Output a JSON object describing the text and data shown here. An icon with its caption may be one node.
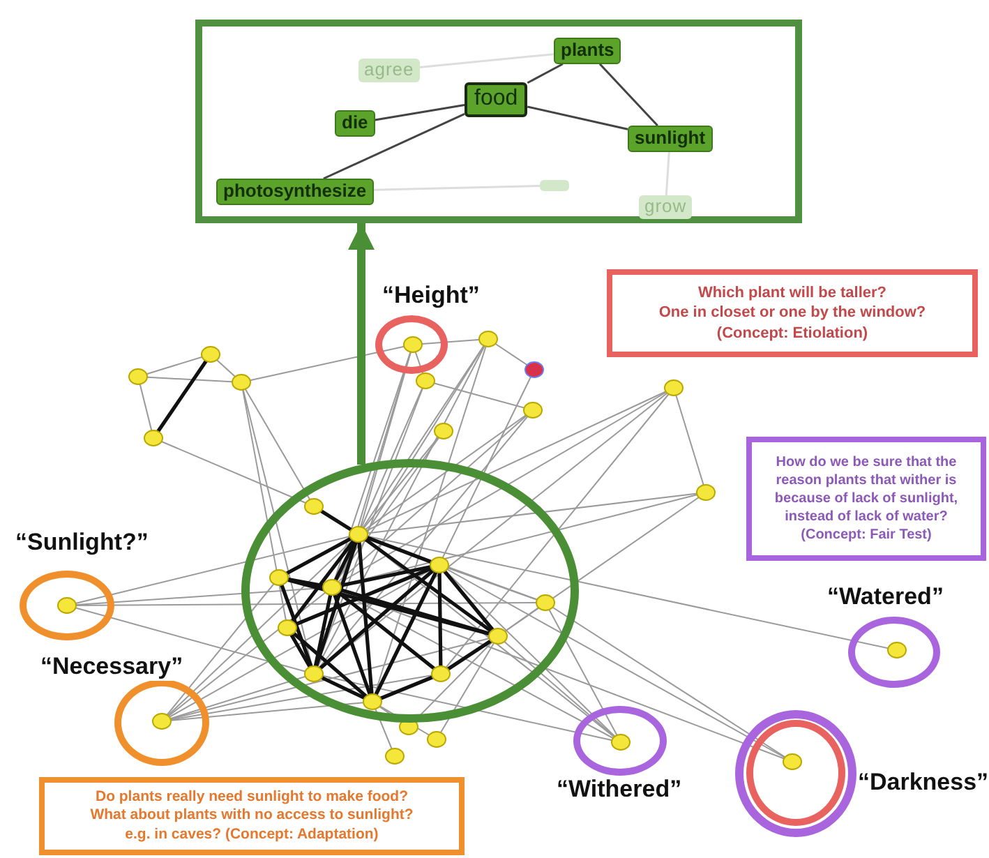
{
  "diagram": {
    "nodes": [
      {
        "text": [],
        "shape": "box"
      },
      {
        "text": [
          "agree"
        ],
        "in": 0
      },
      {
        "text": [
          "plants"
        ],
        "in": 0
      },
      {
        "text": [
          "food"
        ],
        "in": 0
      },
      {
        "text": [
          "die"
        ],
        "in": 0
      },
      {
        "text": [
          "sunlight"
        ],
        "in": 0
      },
      {
        "text": [
          "photosynthesize"
        ],
        "in": 0
      },
      {
        "text": [],
        "shape": "box",
        "in": 0
      },
      {
        "text": [
          "grow"
        ],
        "in": 0
      },
      {
        "text": [
          "“Height”"
        ]
      },
      {
        "text": [
          "Which plant will be taller?",
          "One in closet or one by the window?",
          "(Concept: Etiolation)"
        ]
      },
      {
        "text": [
          "How do we be sure that the reason plants that wither is because of lack of sunlight, instead of lack of water?",
          "(Concept: Fair Test)"
        ]
      },
      {
        "text": [],
        "shape": "circle"
      },
      {
        "text": [
          "“Sunlight?”"
        ]
      },
      {
        "text": [
          "“Watered”"
        ]
      },
      {
        "text": [
          "“Necessary”"
        ]
      },
      {
        "text": [
          "“Withered”"
        ]
      },
      {
        "text": [
          "“Darkness”"
        ]
      },
      {
        "text": [
          "Do plants really need sunlight to make food?",
          "What about plants with no access to sunlight?",
          "e.g. in caves? (Concept: Adaptation)"
        ]
      }
    ],
    "edges": [
      {
        "from": 1,
        "to": 2,
        "arrow": "none",
        "color": "#dddddd"
      },
      {
        "from": 3,
        "to": 2,
        "arrow": "none"
      },
      {
        "from": 2,
        "to": 5,
        "arrow": "none"
      },
      {
        "from": 4,
        "to": 3,
        "arrow": "none"
      },
      {
        "from": 3,
        "to": 5,
        "arrow": "none"
      },
      {
        "from": 6,
        "to": 3,
        "arrow": "none"
      },
      {
        "from": 6,
        "to": 7,
        "arrow": "none",
        "color": "#dddddd"
      },
      {
        "from": 5,
        "to": 8,
        "arrow": "none",
        "color": "#dddddd"
      },
      {
        "from": 12,
        "to": 0,
        "arrow": "to",
        "style": "thick",
        "color": "#4a8e35"
      }
    ]
  }
}
